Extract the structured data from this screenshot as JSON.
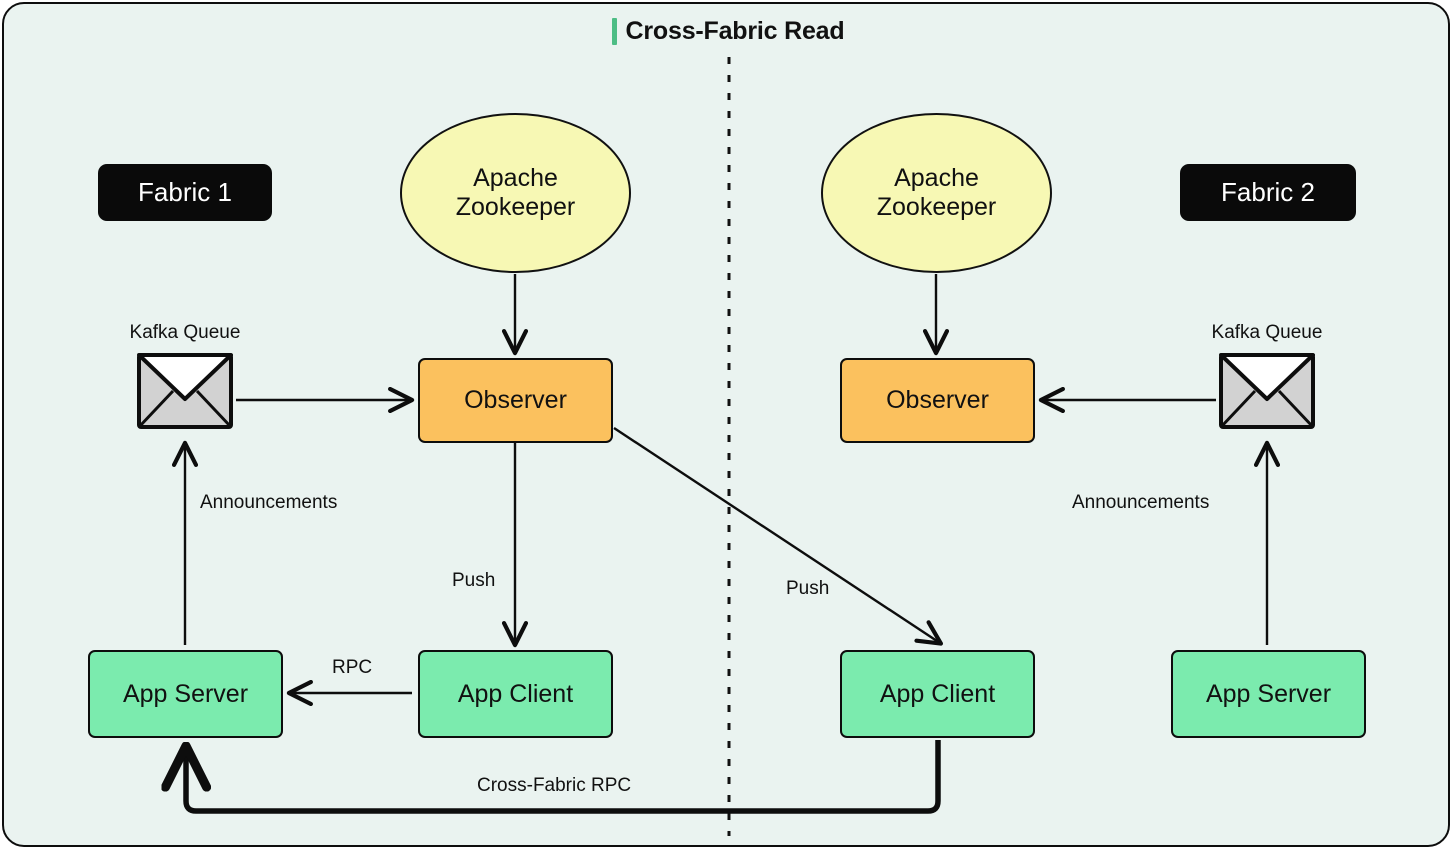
{
  "diagram": {
    "title": "Cross-Fabric Read",
    "accent_color": "#4dbd85",
    "background_color": "#eaf3f0",
    "border_color": "#0d0d0d",
    "divider": "dashed-vertical-center"
  },
  "palette": {
    "observer": "#fbc15e",
    "app_node": "#7bebae",
    "zookeeper": "#f7f8b4",
    "fabric_pill": "#0a0a0a",
    "envelope_body": "#d2d2d2",
    "envelope_flap": "#ffffff",
    "stroke": "#111111"
  },
  "fabrics": [
    {
      "id": "fabric-1",
      "label": "Fabric 1"
    },
    {
      "id": "fabric-2",
      "label": "Fabric 2"
    }
  ],
  "nodes": {
    "zookeeper_left": {
      "label": "Apache Zookeeper",
      "line1": "Apache",
      "line2": "Zookeeper",
      "shape": "ellipse"
    },
    "zookeeper_right": {
      "label": "Apache Zookeeper",
      "line1": "Apache",
      "line2": "Zookeeper",
      "shape": "ellipse"
    },
    "observer_left": {
      "label": "Observer",
      "shape": "rect"
    },
    "observer_right": {
      "label": "Observer",
      "shape": "rect"
    },
    "app_client_left": {
      "label": "App Client",
      "shape": "rect"
    },
    "app_client_right": {
      "label": "App Client",
      "shape": "rect"
    },
    "app_server_left": {
      "label": "App Server",
      "shape": "rect"
    },
    "app_server_right": {
      "label": "App Server",
      "shape": "rect"
    },
    "kafka_left": {
      "label": "Kafka Queue",
      "icon": "envelope-icon"
    },
    "kafka_right": {
      "label": "Kafka Queue",
      "icon": "envelope-icon"
    }
  },
  "edges": [
    {
      "id": "zk1-to-observer1",
      "label": "",
      "from": "zookeeper_left",
      "to": "observer_left"
    },
    {
      "id": "zk2-to-observer2",
      "label": "",
      "from": "zookeeper_right",
      "to": "observer_right"
    },
    {
      "id": "kafka1-to-observer1",
      "label": "",
      "from": "kafka_left",
      "to": "observer_left"
    },
    {
      "id": "kafka2-to-observer2",
      "label": "",
      "from": "kafka_right",
      "to": "observer_right"
    },
    {
      "id": "observer1-to-client1",
      "label": "Push",
      "from": "observer_left",
      "to": "app_client_left"
    },
    {
      "id": "observer1-to-client2",
      "label": "Push",
      "from": "observer_left",
      "to": "app_client_right"
    },
    {
      "id": "client1-to-server1",
      "label": "RPC",
      "from": "app_client_left",
      "to": "app_server_left"
    },
    {
      "id": "server1-to-kafka1",
      "label": "Announcements",
      "from": "app_server_left",
      "to": "kafka_left"
    },
    {
      "id": "server2-to-kafka2",
      "label": "Announcements",
      "from": "app_server_right",
      "to": "kafka_right"
    },
    {
      "id": "client2-to-server1",
      "label": "Cross-Fabric RPC",
      "from": "app_client_right",
      "to": "app_server_left"
    }
  ],
  "labels": {
    "announcements_left": "Announcements",
    "announcements_right": "Announcements",
    "push_left": "Push",
    "push_right": "Push",
    "rpc": "RPC",
    "cross_fabric_rpc": "Cross-Fabric RPC"
  }
}
